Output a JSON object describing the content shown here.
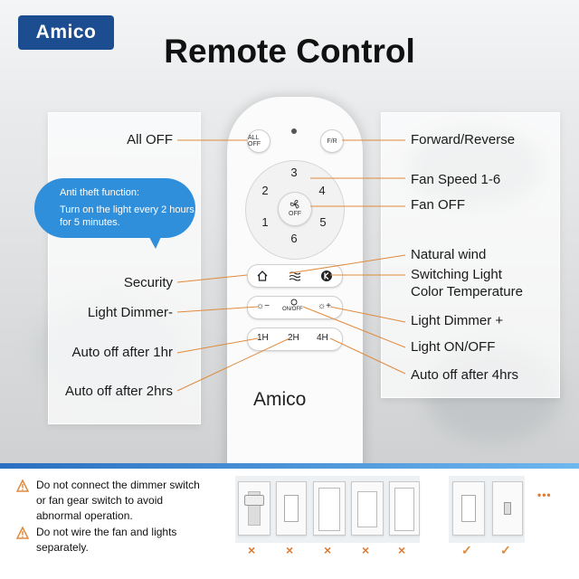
{
  "brand": {
    "logo_text": "Amico",
    "remote_logo": "Amico",
    "color": "#1c4d91"
  },
  "title": "Remote Control",
  "remote_buttons": {
    "all_off": "ALL OFF",
    "fr": "F/R",
    "speeds": [
      "3",
      "4",
      "5",
      "6",
      "1",
      "2"
    ],
    "fan_off": "OFF",
    "dimmer_minus": "☼−",
    "on_off": "ON/OFF",
    "dimmer_plus": "☼+",
    "t1": "1H",
    "t2": "2H",
    "t4": "4H"
  },
  "labels_left": {
    "all_off": "All OFF",
    "security": "Security",
    "light_dimmer_minus": "Light Dimmer-",
    "auto_off_1hr": "Auto off after 1hr",
    "auto_off_2hrs": "Auto off after 2hrs"
  },
  "labels_right": {
    "forward_reverse": "Forward/Reverse",
    "fan_speed": "Fan Speed 1-6",
    "fan_off": "Fan OFF",
    "natural_wind": "Natural wind",
    "switching_light_1": "Switching Light",
    "switching_light_2": "Color Temperature",
    "light_dimmer_plus": "Light Dimmer +",
    "light_on_off": "Light ON/OFF",
    "auto_off_4hrs": "Auto off after 4hrs"
  },
  "bubble": {
    "title": "Anti theft function:",
    "body": "Turn on the light every 2 hours for 5 minutes.",
    "color": "#2f8fdb"
  },
  "warnings": [
    {
      "line1": "Do not connect the dimmer switch",
      "line2": "or fan gear switch to avoid",
      "line3": "abnormal operation."
    },
    {
      "line1": "Do not wire the fan and lights",
      "line2": "separately."
    }
  ],
  "switch_marks": {
    "bad": "×",
    "good": "✓",
    "more": "•••"
  },
  "colors": {
    "accent_line": "#e08a3c",
    "bad": "#e07a2e",
    "good": "#e08a3c"
  }
}
